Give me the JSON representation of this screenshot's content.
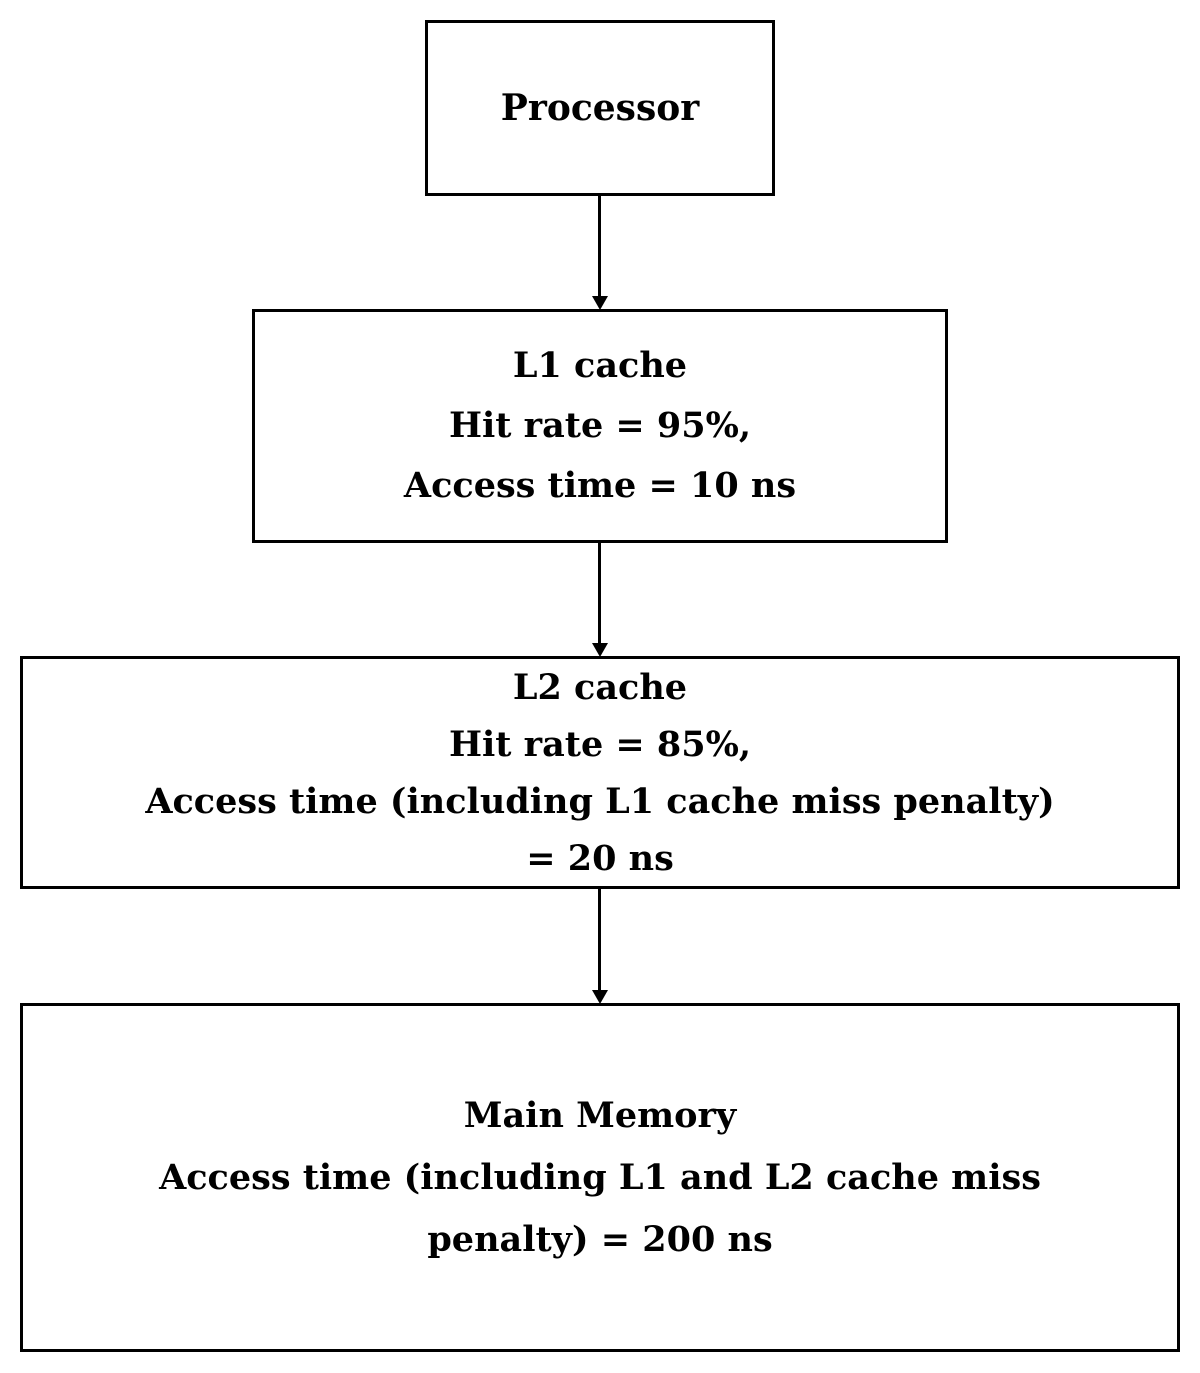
{
  "nodes": {
    "processor": {
      "lines": [
        "Processor"
      ]
    },
    "l1_cache": {
      "lines": [
        "L1 cache",
        "Hit rate = 95%,",
        "Access time = 10 ns"
      ]
    },
    "l2_cache": {
      "lines": [
        "L2 cache",
        "Hit rate = 85%,",
        "Access time (including L1 cache miss penalty)",
        "= 20 ns"
      ]
    },
    "main_memory": {
      "lines": [
        "Main Memory",
        "Access time (including L1 and L2 cache miss",
        "penalty) = 200 ns"
      ]
    }
  },
  "edges": [
    {
      "from": "processor",
      "to": "l1_cache"
    },
    {
      "from": "l1_cache",
      "to": "l2_cache"
    },
    {
      "from": "l2_cache",
      "to": "main_memory"
    }
  ]
}
